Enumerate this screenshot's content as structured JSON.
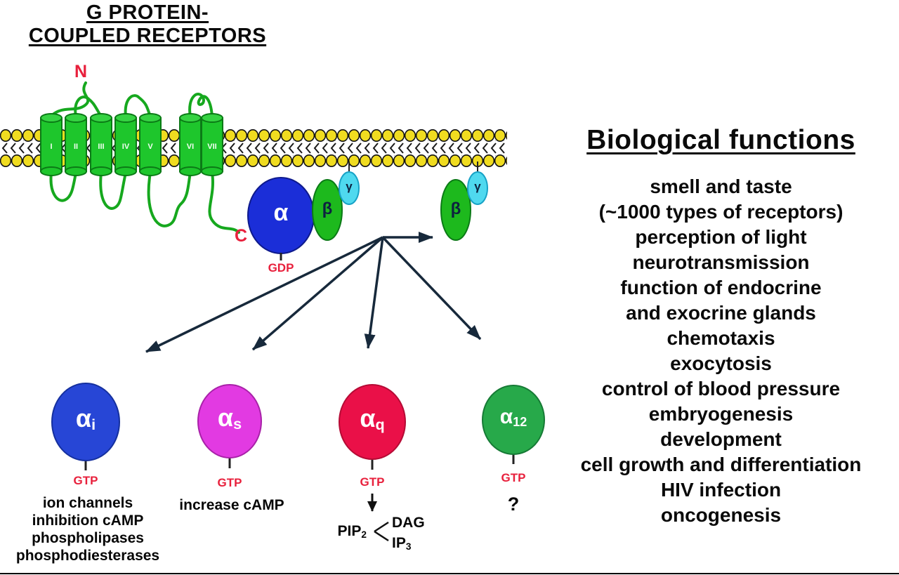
{
  "title": {
    "line1": "G PROTEIN-",
    "line2": "COUPLED RECEPTORS"
  },
  "receptor": {
    "n_terminus": "N",
    "c_terminus": "C",
    "helices": [
      "I",
      "II",
      "III",
      "IV",
      "V",
      "VI",
      "VII"
    ]
  },
  "g_protein": {
    "alpha_symbol": "α",
    "gdp_label": "GDP",
    "beta_symbol": "β",
    "gamma_symbol": "γ"
  },
  "subunits": [
    {
      "symbol": "α",
      "subscript": "i",
      "nucleotide": "GTP",
      "effects": [
        "ion channels",
        "inhibition cAMP",
        "phospholipases",
        "phosphodiesterases"
      ]
    },
    {
      "symbol": "α",
      "subscript": "s",
      "nucleotide": "GTP",
      "effects": [
        "increase cAMP"
      ]
    },
    {
      "symbol": "α",
      "subscript": "q",
      "nucleotide": "GTP",
      "pathway": {
        "substrate_base": "PIP",
        "substrate_sub": "2",
        "product1": "DAG",
        "product2_base": "IP",
        "product2_sub": "3"
      }
    },
    {
      "symbol": "α",
      "subscript": "12",
      "nucleotide": "GTP",
      "effects": [
        "?"
      ]
    }
  ],
  "biological_functions": {
    "heading": "Biological functions",
    "items": [
      "smell and taste",
      "(~1000 types of receptors)",
      "perception of light",
      "neurotransmission",
      "function of endocrine",
      "and exocrine glands",
      "chemotaxis",
      "exocytosis",
      "control of blood pressure",
      "embryogenesis",
      "development",
      "cell growth and differentiation",
      "HIV infection",
      "oncogenesis"
    ]
  },
  "colors": {
    "membrane_yellow": "#f0dc20",
    "helix_green": "#1ec62c",
    "loop_green": "#16a81e",
    "alpha_blue": "#1b2ed8",
    "beta_green": "#1db91d",
    "gamma_cyan": "#4fd9ef",
    "alpha_i": "#2746d6",
    "alpha_s": "#e23ae2",
    "alpha_q": "#ea1048",
    "alpha_12": "#27a94a",
    "label_red": "#e8203c",
    "arrow_dark": "#17293b"
  }
}
